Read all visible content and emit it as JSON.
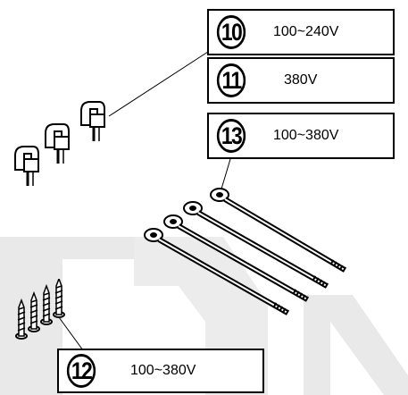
{
  "parts": [
    {
      "number": "10",
      "voltage": "100~240V",
      "icon": "cable-clamp-icon"
    },
    {
      "number": "11",
      "voltage": "380V"
    },
    {
      "number": "13",
      "voltage": "100~380V",
      "icon": "cable-tie-icon"
    },
    {
      "number": "12",
      "voltage": "100~380V",
      "icon": "screw-icon"
    }
  ],
  "colors": {
    "line": "#000000",
    "watermark": "#e6e6e6"
  }
}
